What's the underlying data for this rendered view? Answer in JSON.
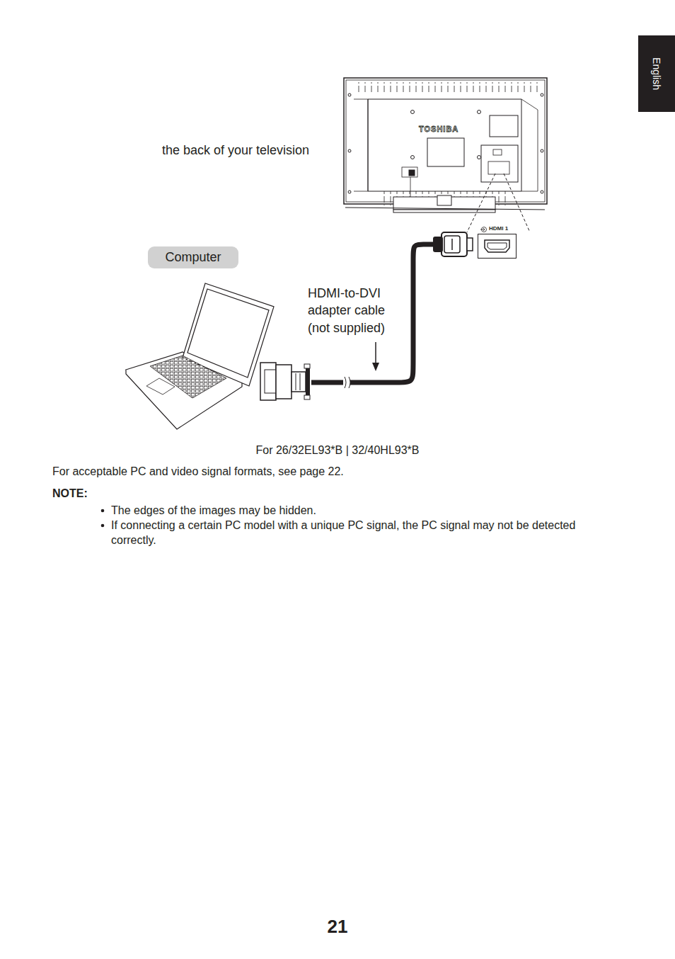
{
  "diagram": {
    "caption": "For 26/32EL93*B | 32/40HL93*B",
    "nodes": [
      {
        "text": [
          "English"
        ]
      },
      {
        "text": [
          "Computer"
        ]
      },
      {
        "text": [
          "HDMI 1"
        ]
      }
    ],
    "labels": [
      "the back of your television",
      "TOSHIBA",
      "HDMI-to-DVI adapter cable (not supplied)",
      "For acceptable PC and video signal formats, see page 22.",
      "NOTE:",
      "The edges of the images may be hidden.",
      "If connecting a certain PC model with a unique PC signal, the PC signal may not be detected correctly.",
      "21"
    ]
  }
}
